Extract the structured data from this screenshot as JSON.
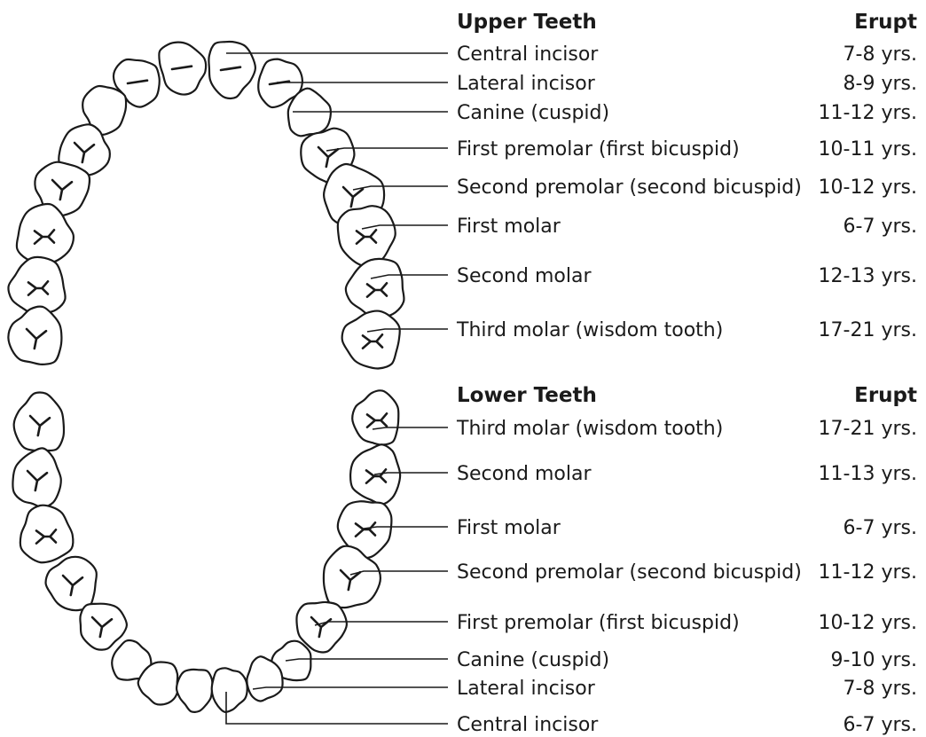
{
  "upper": {
    "title": "Upper Teeth",
    "erupt_header": "Erupt",
    "rows": [
      {
        "name": "Central incisor",
        "erupt": "7-8 yrs."
      },
      {
        "name": "Lateral incisor",
        "erupt": "8-9 yrs."
      },
      {
        "name": "Canine (cuspid)",
        "erupt": "11-12 yrs."
      },
      {
        "name": "First premolar (first bicuspid)",
        "erupt": "10-11 yrs."
      },
      {
        "name": "Second premolar (second bicuspid)",
        "erupt": "10-12 yrs."
      },
      {
        "name": "First molar",
        "erupt": "6-7 yrs."
      },
      {
        "name": "Second molar",
        "erupt": "12-13 yrs."
      },
      {
        "name": "Third molar (wisdom tooth)",
        "erupt": "17-21 yrs."
      }
    ]
  },
  "lower": {
    "title": "Lower Teeth",
    "erupt_header": "Erupt",
    "rows": [
      {
        "name": "Third molar (wisdom tooth)",
        "erupt": "17-21 yrs."
      },
      {
        "name": "Second molar",
        "erupt": "11-13 yrs."
      },
      {
        "name": "First molar",
        "erupt": "6-7 yrs."
      },
      {
        "name": "Second premolar (second bicuspid)",
        "erupt": "11-12 yrs."
      },
      {
        "name": "First premolar (first bicuspid)",
        "erupt": "10-12 yrs."
      },
      {
        "name": "Canine (cuspid)",
        "erupt": "9-10 yrs."
      },
      {
        "name": "Lateral incisor",
        "erupt": "7-8 yrs."
      },
      {
        "name": "Central incisor",
        "erupt": "6-7 yrs."
      }
    ]
  }
}
